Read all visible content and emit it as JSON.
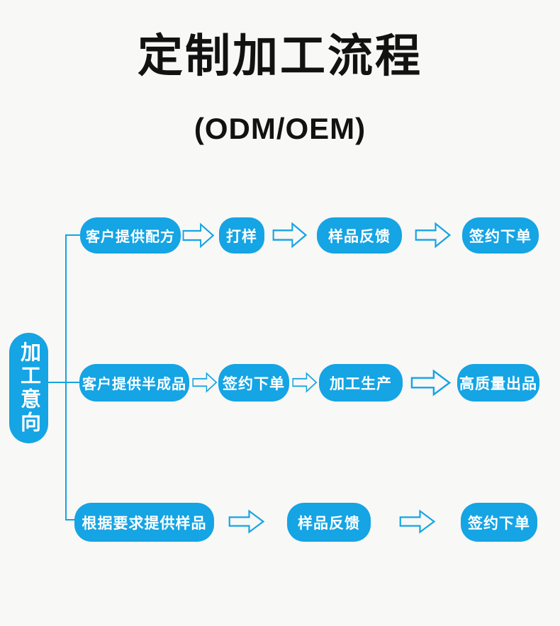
{
  "page": {
    "title": "定制加工流程",
    "subtitle": "(ODM/OEM)"
  },
  "colors": {
    "accent": "#15a4e4",
    "text_on_accent": "#ffffff",
    "title_color": "#121212",
    "background": "#f8f8f6"
  },
  "flow": {
    "intent_label": "加工意向",
    "rows": [
      {
        "steps": [
          "客户提供配方",
          "打样",
          "样品反馈",
          "签约下单"
        ]
      },
      {
        "steps": [
          "客户提供半成品",
          "签约下单",
          "加工生产",
          "高质量出品"
        ]
      },
      {
        "steps": [
          "根据要求提供样品",
          "样品反馈",
          "签约下单"
        ]
      }
    ]
  },
  "icons": {
    "arrow": "arrow-right-icon"
  }
}
